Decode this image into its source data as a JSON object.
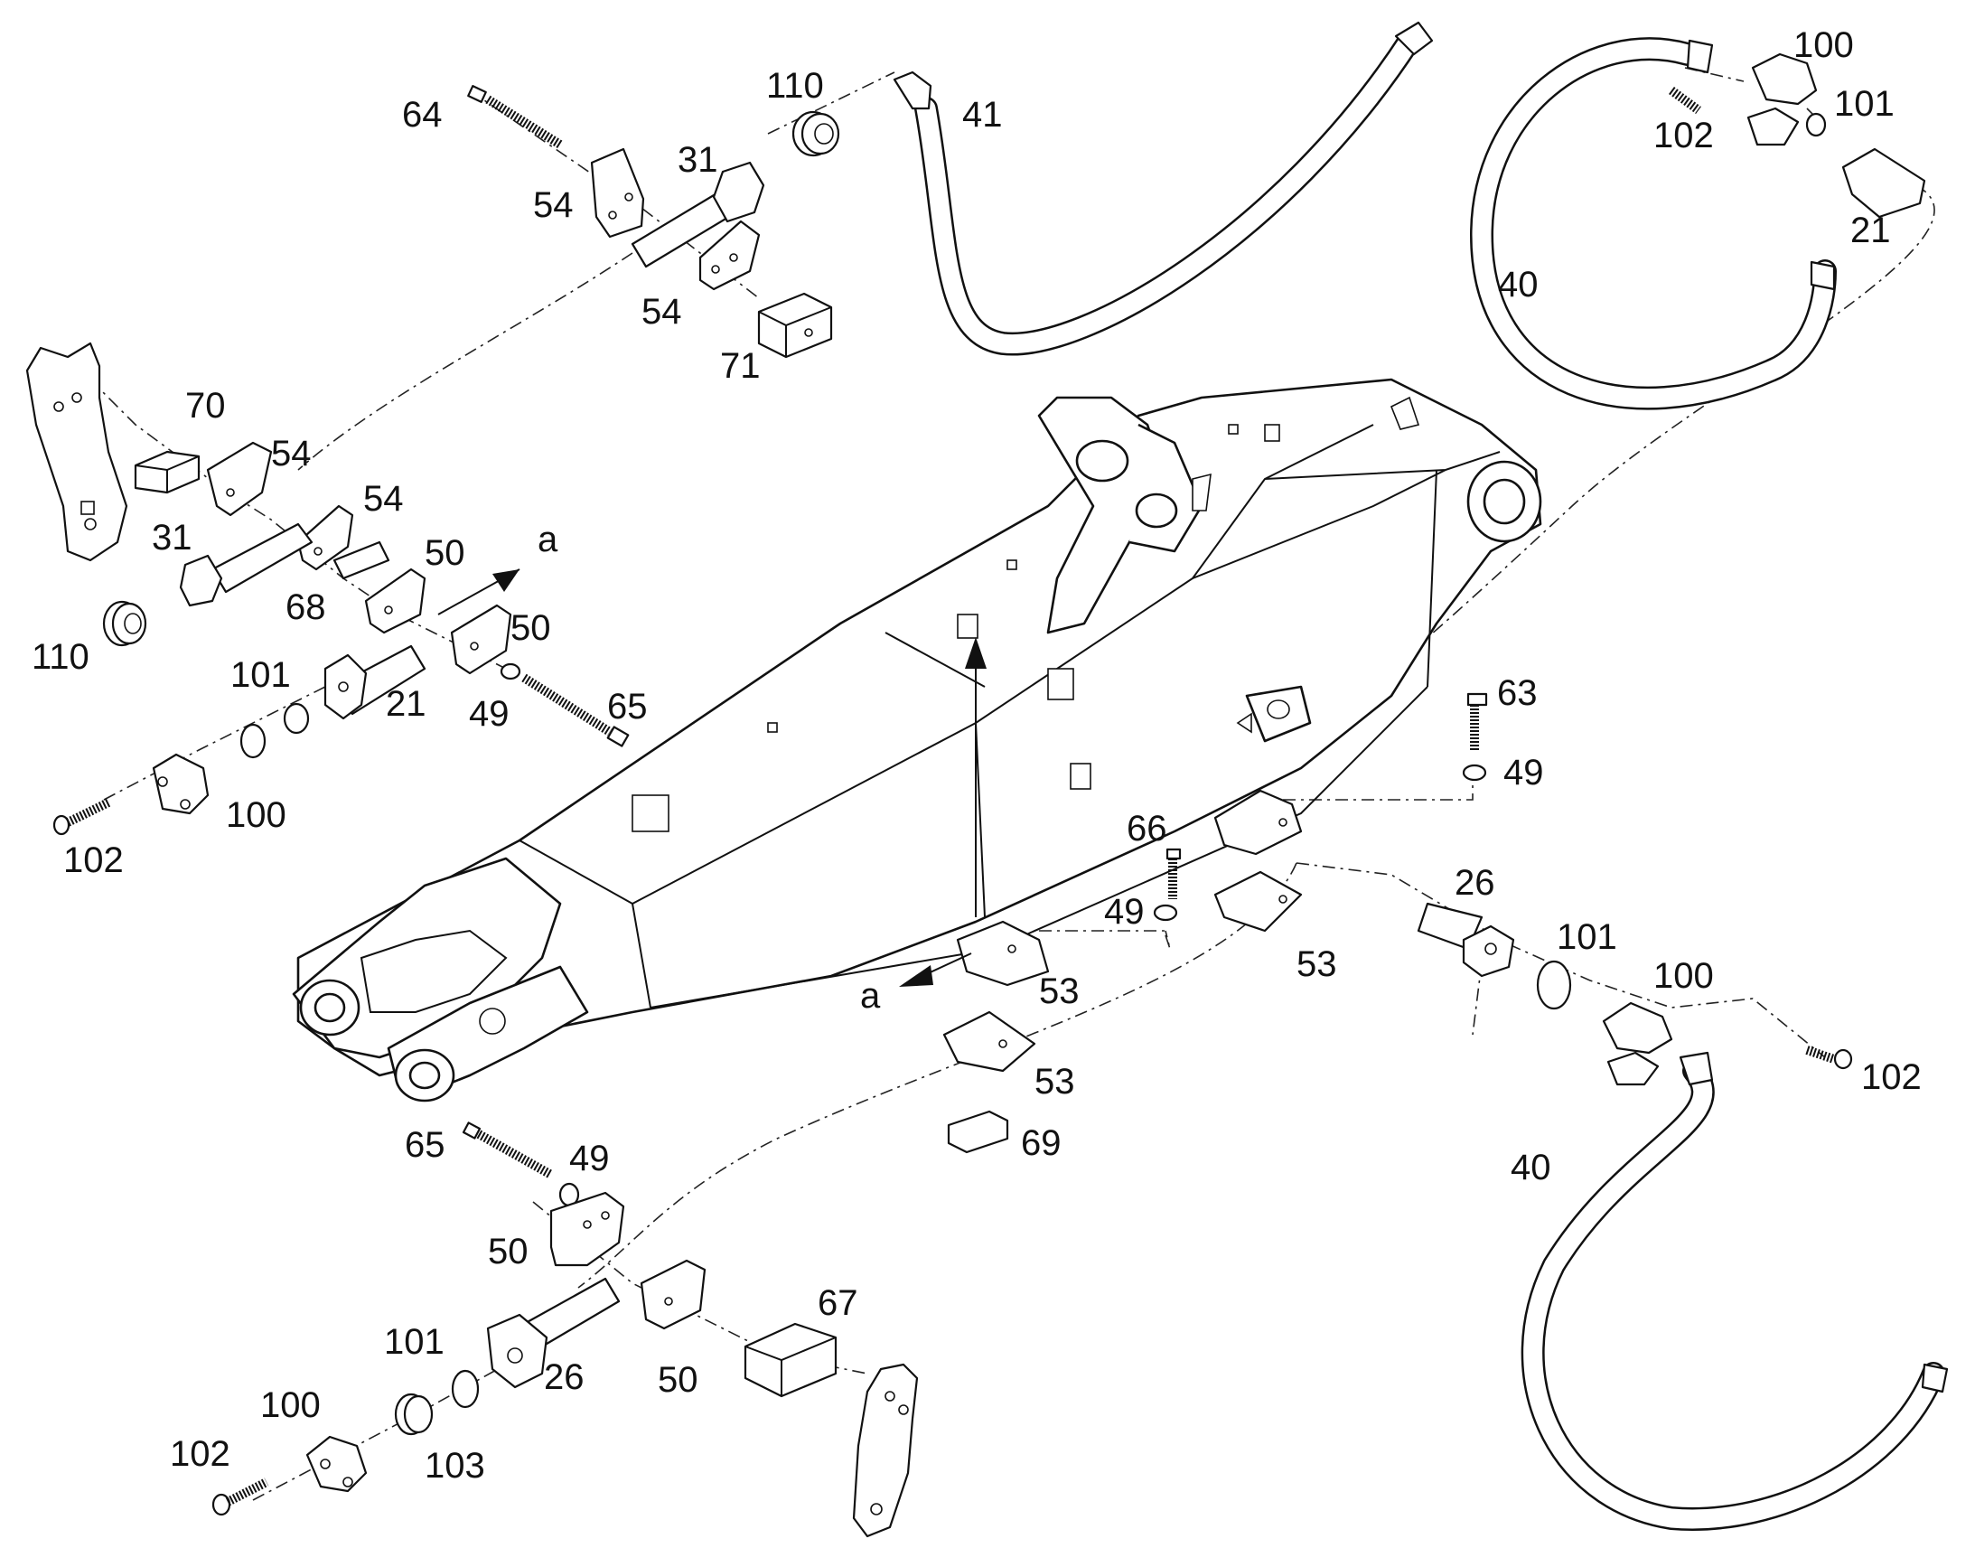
{
  "diagram": {
    "callouts": [
      {
        "id": "c64",
        "text": "64"
      },
      {
        "id": "c110a",
        "text": "110"
      },
      {
        "id": "c41",
        "text": "41"
      },
      {
        "id": "c31a",
        "text": "31"
      },
      {
        "id": "c54a",
        "text": "54"
      },
      {
        "id": "c54b",
        "text": "54"
      },
      {
        "id": "c71",
        "text": "71"
      },
      {
        "id": "c70",
        "text": "70"
      },
      {
        "id": "c54c",
        "text": "54"
      },
      {
        "id": "c54d",
        "text": "54"
      },
      {
        "id": "c31b",
        "text": "31"
      },
      {
        "id": "c68",
        "text": "68"
      },
      {
        "id": "c50a",
        "text": "50"
      },
      {
        "id": "c50b",
        "text": "50"
      },
      {
        "id": "c110b",
        "text": "110"
      },
      {
        "id": "c101a",
        "text": "101"
      },
      {
        "id": "c21a",
        "text": "21"
      },
      {
        "id": "c49a",
        "text": "49"
      },
      {
        "id": "c65a",
        "text": "65"
      },
      {
        "id": "c100a",
        "text": "100"
      },
      {
        "id": "c102a",
        "text": "102"
      },
      {
        "id": "c100b",
        "text": "100"
      },
      {
        "id": "c102b",
        "text": "102"
      },
      {
        "id": "c101b",
        "text": "101"
      },
      {
        "id": "c21b",
        "text": "21"
      },
      {
        "id": "c40a",
        "text": "40"
      },
      {
        "id": "c63",
        "text": "63"
      },
      {
        "id": "c49b",
        "text": "49"
      },
      {
        "id": "c66",
        "text": "66"
      },
      {
        "id": "c49c",
        "text": "49"
      },
      {
        "id": "c26a",
        "text": "26"
      },
      {
        "id": "c53a",
        "text": "53"
      },
      {
        "id": "c53b",
        "text": "53"
      },
      {
        "id": "c53c",
        "text": "53"
      },
      {
        "id": "c69",
        "text": "69"
      },
      {
        "id": "c101c",
        "text": "101"
      },
      {
        "id": "c100c",
        "text": "100"
      },
      {
        "id": "c102c",
        "text": "102"
      },
      {
        "id": "c40b",
        "text": "40"
      },
      {
        "id": "c65b",
        "text": "65"
      },
      {
        "id": "c49d",
        "text": "49"
      },
      {
        "id": "c50c",
        "text": "50"
      },
      {
        "id": "c67",
        "text": "67"
      },
      {
        "id": "c101d",
        "text": "101"
      },
      {
        "id": "c26b",
        "text": "26"
      },
      {
        "id": "c50d",
        "text": "50"
      },
      {
        "id": "c100d",
        "text": "100"
      },
      {
        "id": "c102d",
        "text": "102"
      },
      {
        "id": "c103",
        "text": "103"
      }
    ],
    "view_arrows": [
      {
        "id": "a1",
        "text": "a"
      },
      {
        "id": "a2",
        "text": "a"
      }
    ]
  }
}
